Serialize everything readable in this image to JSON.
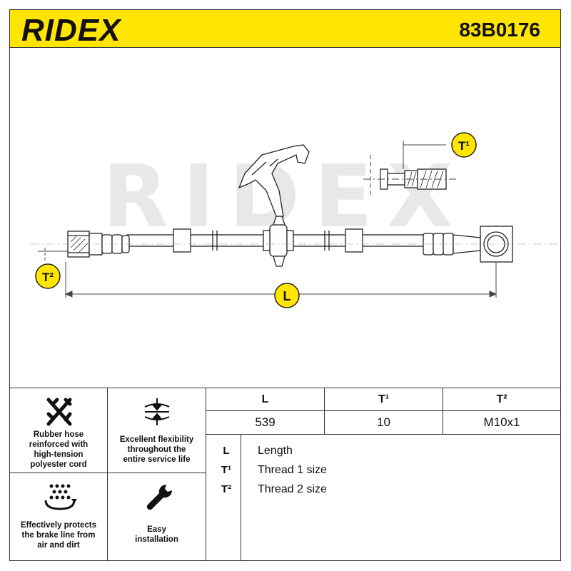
{
  "header": {
    "brand": "RIDEX",
    "part_number": "83B0176"
  },
  "drawing": {
    "watermark": "RIDEX",
    "labels": {
      "t1": "T¹",
      "t2": "T²",
      "length": "L"
    }
  },
  "features": [
    {
      "icon": "braided-hose-icon",
      "text": [
        "Rubber hose",
        "reinforced with",
        "high-tension",
        "polyester cord"
      ]
    },
    {
      "icon": "flexibility-arrows-icon",
      "text": [
        "Excellent flexibility",
        "throughout the",
        "entire service life"
      ]
    },
    {
      "icon": "shield-dots-icon",
      "text": [
        "Effectively protects",
        "the brake line from",
        "air and dirt"
      ]
    },
    {
      "icon": "wrench-icon",
      "text": [
        "Easy",
        "installation"
      ]
    }
  ],
  "specs": {
    "headers": [
      "L",
      "T¹",
      "T²"
    ],
    "values": [
      "539",
      "10",
      "M10x1"
    ]
  },
  "legend": [
    {
      "key": "L",
      "value": "Length"
    },
    {
      "key": "T¹",
      "value": "Thread 1 size"
    },
    {
      "key": "T²",
      "value": "Thread 2 size"
    }
  ],
  "colors": {
    "accent": "#ffe500",
    "badge": "#ffe500",
    "watermark": "#e6e6e6"
  }
}
